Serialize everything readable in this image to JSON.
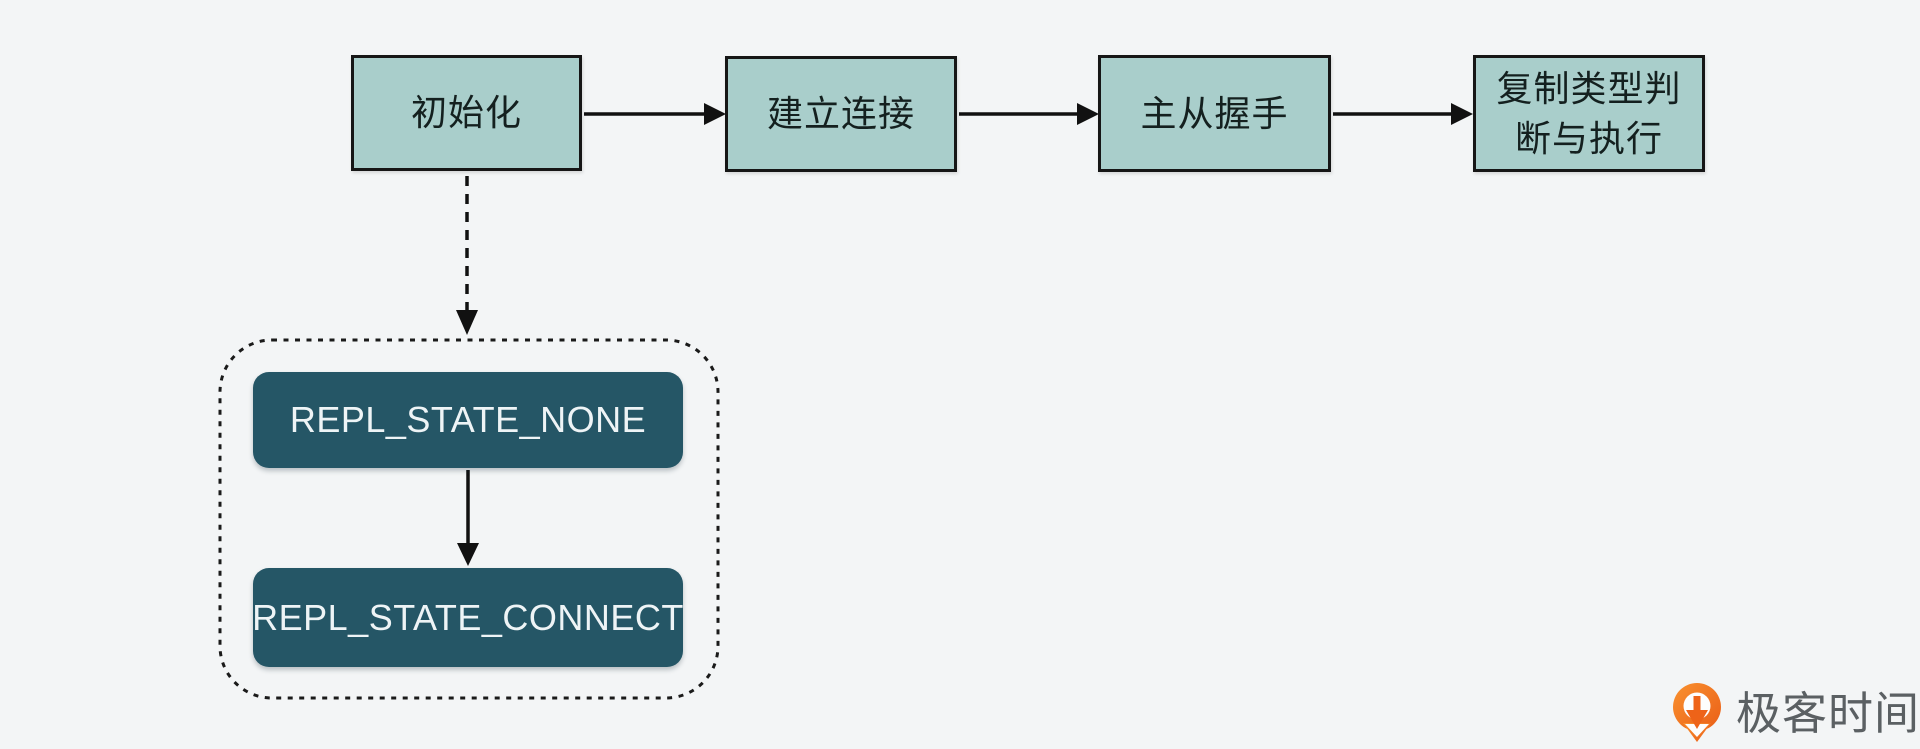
{
  "page": {
    "background_color": "#f3f5f6"
  },
  "diagram": {
    "flow_nodes": [
      {
        "id": "init",
        "label": "初始化"
      },
      {
        "id": "connect",
        "label": "建立连接"
      },
      {
        "id": "handshake",
        "label": "主从握手"
      },
      {
        "id": "repltype",
        "label": "复制类型判断与执行"
      }
    ],
    "flow_node_style": {
      "fill": "#a9cecb",
      "border_color": "#161616",
      "text_color": "#14201f"
    },
    "connectors": [
      {
        "from": "init",
        "to": "connect",
        "style": "solid-arrow"
      },
      {
        "from": "connect",
        "to": "handshake",
        "style": "solid-arrow"
      },
      {
        "from": "handshake",
        "to": "repltype",
        "style": "solid-arrow"
      },
      {
        "from": "init",
        "to": "state-group",
        "style": "dashed-arrow"
      },
      {
        "from": "state-none",
        "to": "state-connect",
        "style": "solid-arrow"
      }
    ],
    "state_group": {
      "outline_style": "dashed-rounded",
      "states": [
        {
          "id": "state-none",
          "label": "REPL_STATE_NONE"
        },
        {
          "id": "state-connect",
          "label": "REPL_STATE_CONNECT"
        }
      ],
      "state_fill": "#255666",
      "state_text_color": "#eef4f6"
    }
  },
  "branding": {
    "logo_icon": "geektime-q-arrow-icon",
    "logo_text": "极客时间",
    "logo_orange": "#f2711c",
    "logo_text_color": "#5b6063"
  }
}
